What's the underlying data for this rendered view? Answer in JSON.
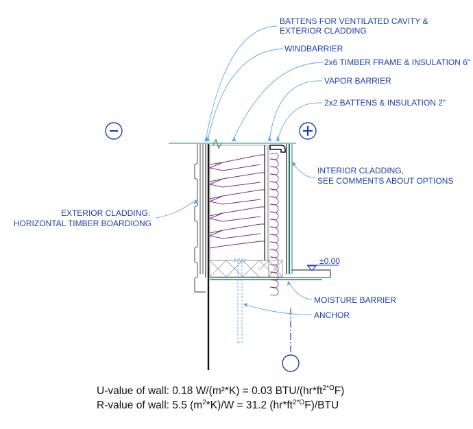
{
  "labels": {
    "battens_line1": "BATTENS FOR VENTILATED CAVITY &",
    "battens_line2": "EXTERIOR CLADDING",
    "windbarrier": "WINDBARRIER",
    "timber_frame": "2x6 TIMBER FRAME & INSULATION 6\"",
    "vapor_barrier": "VAPOR BARRIER",
    "battens_insulation": "2x2 BATTENS & INSULATION 2\"",
    "interior_line1": "INTERIOR CLADDING,",
    "interior_line2": "SEE COMMENTS ABOUT OPTIONS",
    "exterior_line1": "EXTERIOR CLADDING:",
    "exterior_line2": "HORIZONTAL TIMBER BOARDIONG",
    "level": "±0.00",
    "moisture_barrier": "MOISTURE BARRIER",
    "anchor": "ANCHOR"
  },
  "signs": {
    "minus": "-",
    "plus": "+"
  },
  "notes": {
    "u_value": {
      "prefix": "U-value of wall: 0.18 W/(m²*K) = 0.03 BTU/(hr*ft",
      "sup": "2*O",
      "suffix": "F)"
    },
    "r_value": {
      "prefix": "R-value of wall:   5.5 (m",
      "sup1": "2",
      "middle": "*K)/W = 31.2 (hr*ft",
      "sup2": "2*O",
      "suffix": "F)/BTU"
    }
  },
  "colors": {
    "label_blue": "#1a3fb0",
    "leader_blue": "#5aa8e8",
    "insulation_purple": "#7a2a8a",
    "ground_teal": "#2a8a7a",
    "structure_black": "#111111",
    "interior_green": "#1f7a6a"
  }
}
